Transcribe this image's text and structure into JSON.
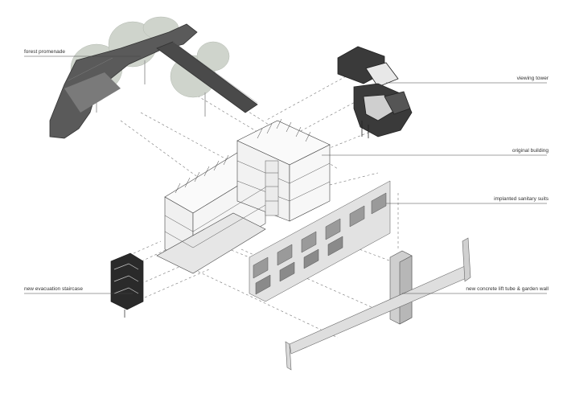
{
  "labels": {
    "forest_promenade": "forest promenade",
    "viewing_tower": "viewing tower",
    "original_building": "original building",
    "implanted_sanitary_suits": "implanted sanitary suits",
    "new_evacuation_staircase": "new evacuation staircase",
    "new_concrete_lift_tube": "new concrete lift tube & garden wall"
  },
  "colors": {
    "line": "#555555",
    "dash": "#666666",
    "dark": "#2e2e2e",
    "tree": "#c9cfc6",
    "concrete": "#d8d8d8",
    "light": "#f4f4f4"
  }
}
